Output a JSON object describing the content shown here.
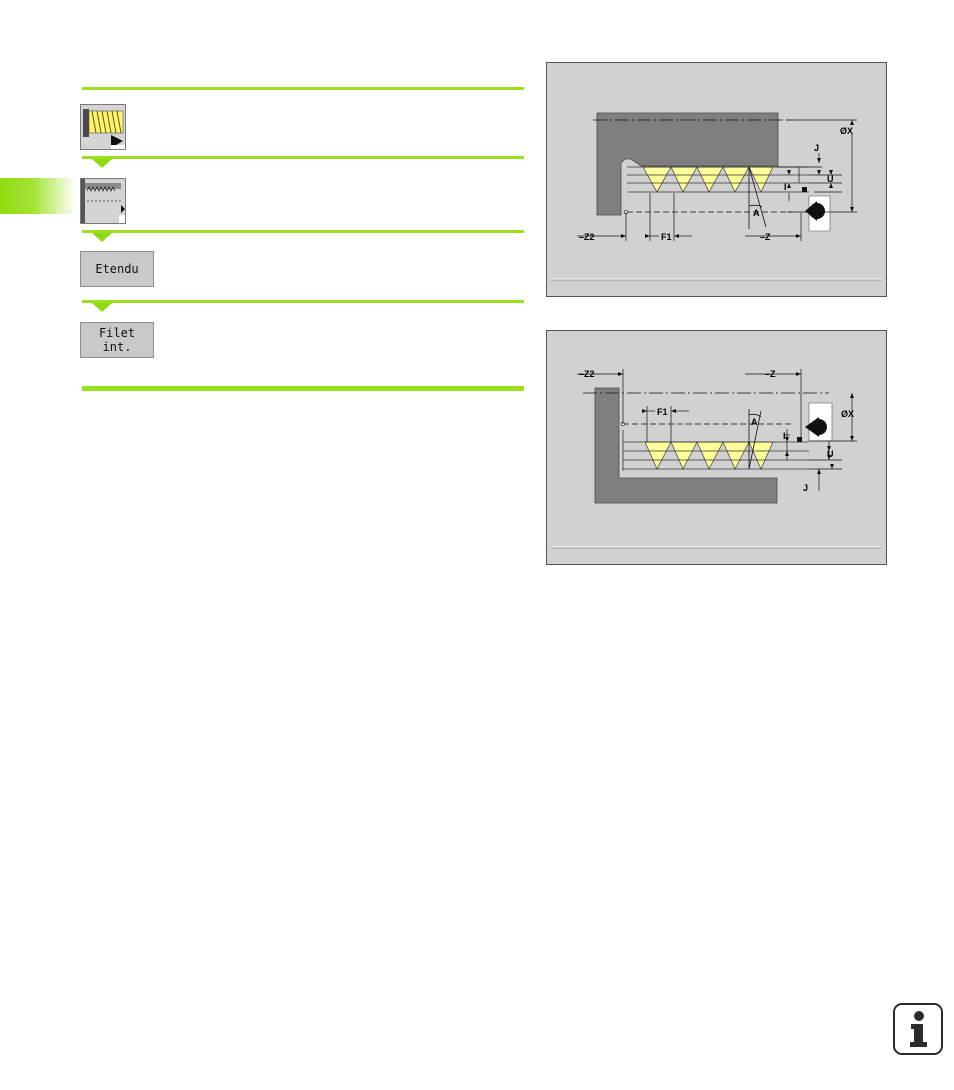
{
  "softkeys": [
    {
      "label": "Etendu"
    },
    {
      "label": "Filet\nint."
    }
  ],
  "figure_outside": {
    "labels": {
      "J": "J",
      "diam_x": "ØX",
      "I": "I",
      "U": "U",
      "A": "A",
      "z2": "–Z2",
      "f1": "F1",
      "z": "–Z"
    }
  },
  "figure_inside": {
    "labels": {
      "z2": "–Z2",
      "z": "–Z",
      "f1": "F1",
      "diam_x": "ØX",
      "A": "A",
      "I": "I",
      "U": "U",
      "J": "J"
    }
  },
  "colors": {
    "accent_green": "#9be01e",
    "thread_yellow": "#ffff9a",
    "workpiece_gray": "#7f7f7f",
    "figure_bg": "#d1d1d1"
  },
  "icons": [
    "thread-cycle-icon",
    "thread-tool-icon",
    "info-icon"
  ]
}
